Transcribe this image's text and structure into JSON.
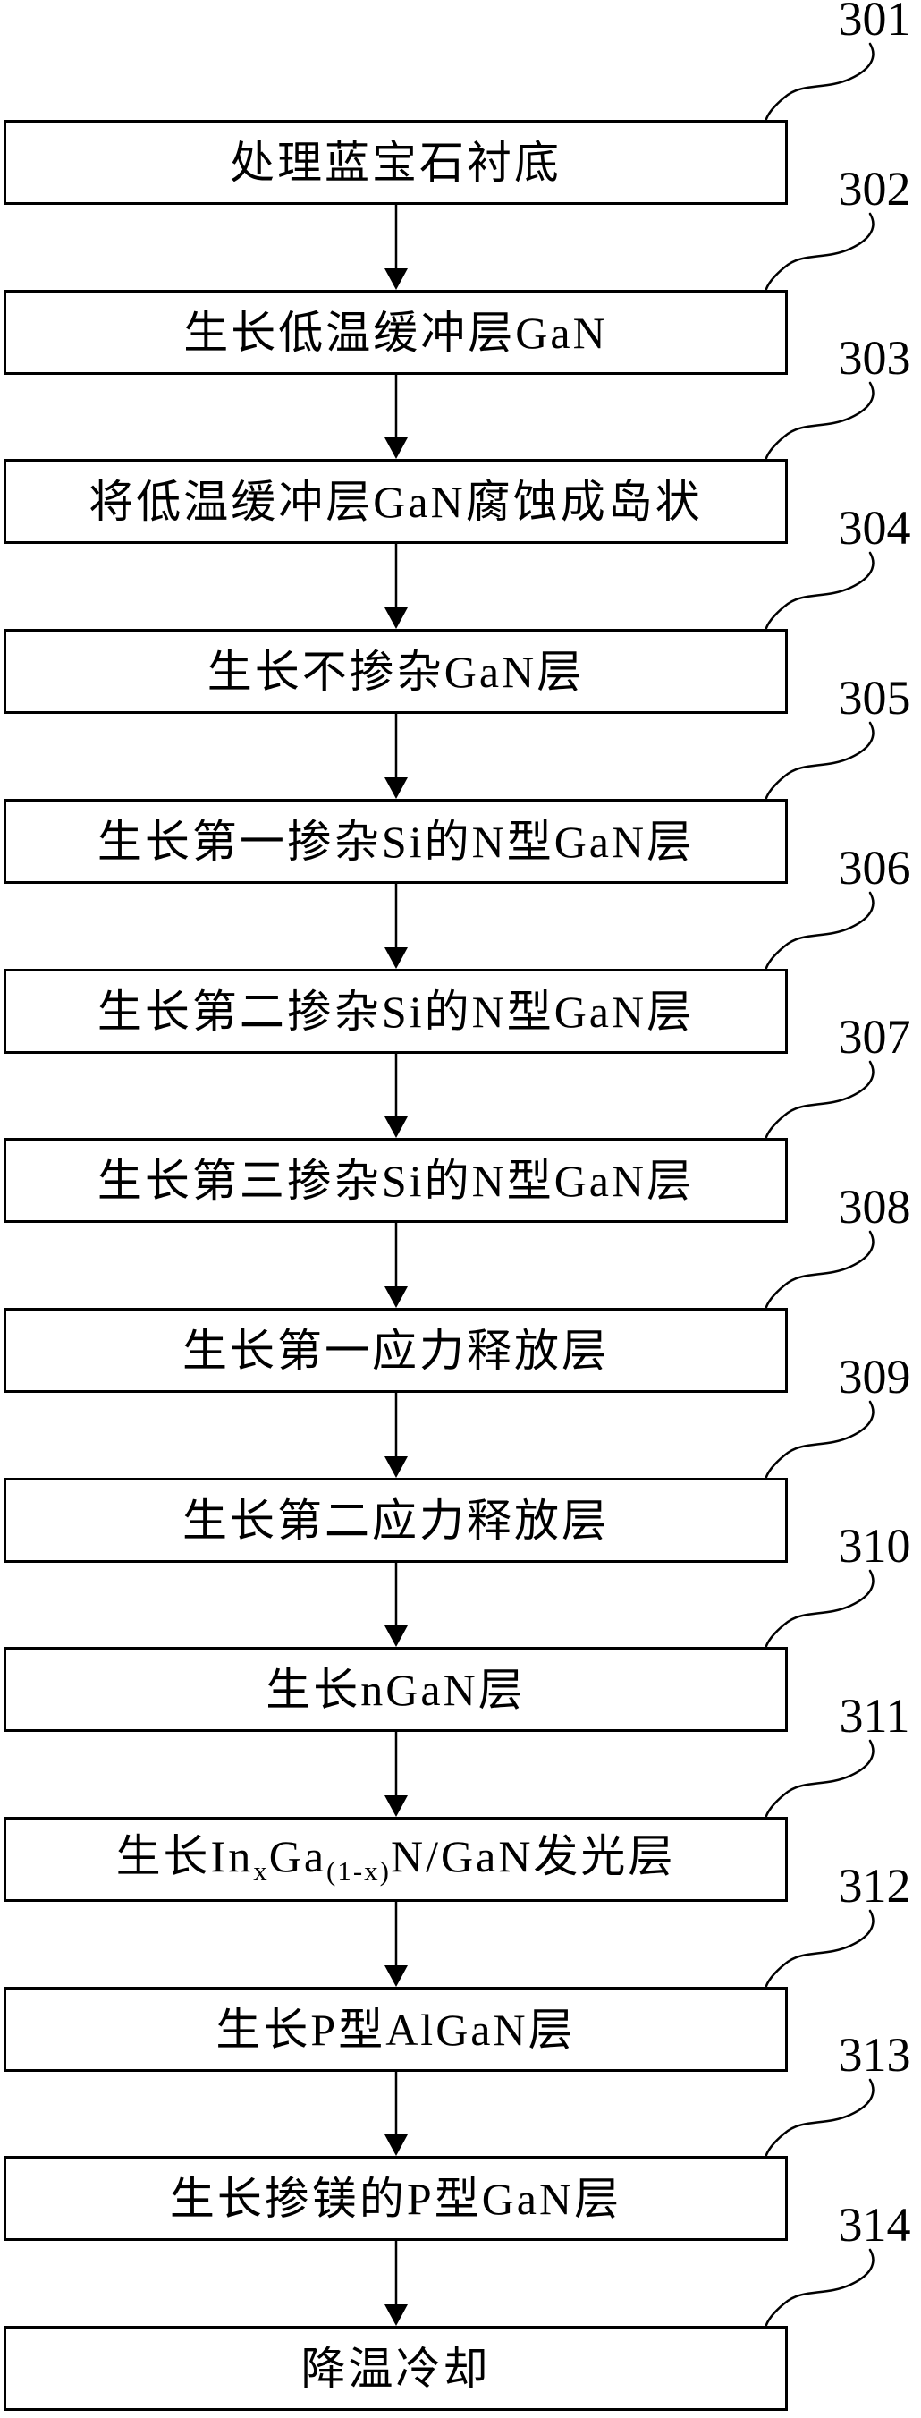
{
  "figure": {
    "type": "flowchart",
    "direction": "top-down",
    "colors": {
      "line": "#000000",
      "background": "#ffffff",
      "box_fill": "#ffffff"
    },
    "steps": [
      {
        "ref": "301",
        "text": "处理蓝宝石衬底"
      },
      {
        "ref": "302",
        "text": "生长低温缓冲层GaN"
      },
      {
        "ref": "303",
        "text": "将低温缓冲层GaN腐蚀成岛状"
      },
      {
        "ref": "304",
        "text": "生长不掺杂GaN层"
      },
      {
        "ref": "305",
        "text": "生长第一掺杂Si的N型GaN层"
      },
      {
        "ref": "306",
        "text": "生长第二掺杂Si的N型GaN层"
      },
      {
        "ref": "307",
        "text": "生长第三掺杂Si的N型GaN层"
      },
      {
        "ref": "308",
        "text": "生长第一应力释放层"
      },
      {
        "ref": "309",
        "text": "生长第二应力释放层"
      },
      {
        "ref": "310",
        "text": "生长nGaN层"
      },
      {
        "ref": "311",
        "text": "生长InxGa(1-x)N/GaN发光层",
        "parts": [
          {
            "text": "生长In"
          },
          {
            "text": "x",
            "sub": true
          },
          {
            "text": "Ga"
          },
          {
            "text": "(1-x)",
            "sub": true
          },
          {
            "text": "N/GaN发光层"
          }
        ]
      },
      {
        "ref": "312",
        "text": "生长P型AlGaN层"
      },
      {
        "ref": "313",
        "text": "生长掺镁的P型GaN层"
      },
      {
        "ref": "314",
        "text": "降温冷却"
      }
    ]
  }
}
